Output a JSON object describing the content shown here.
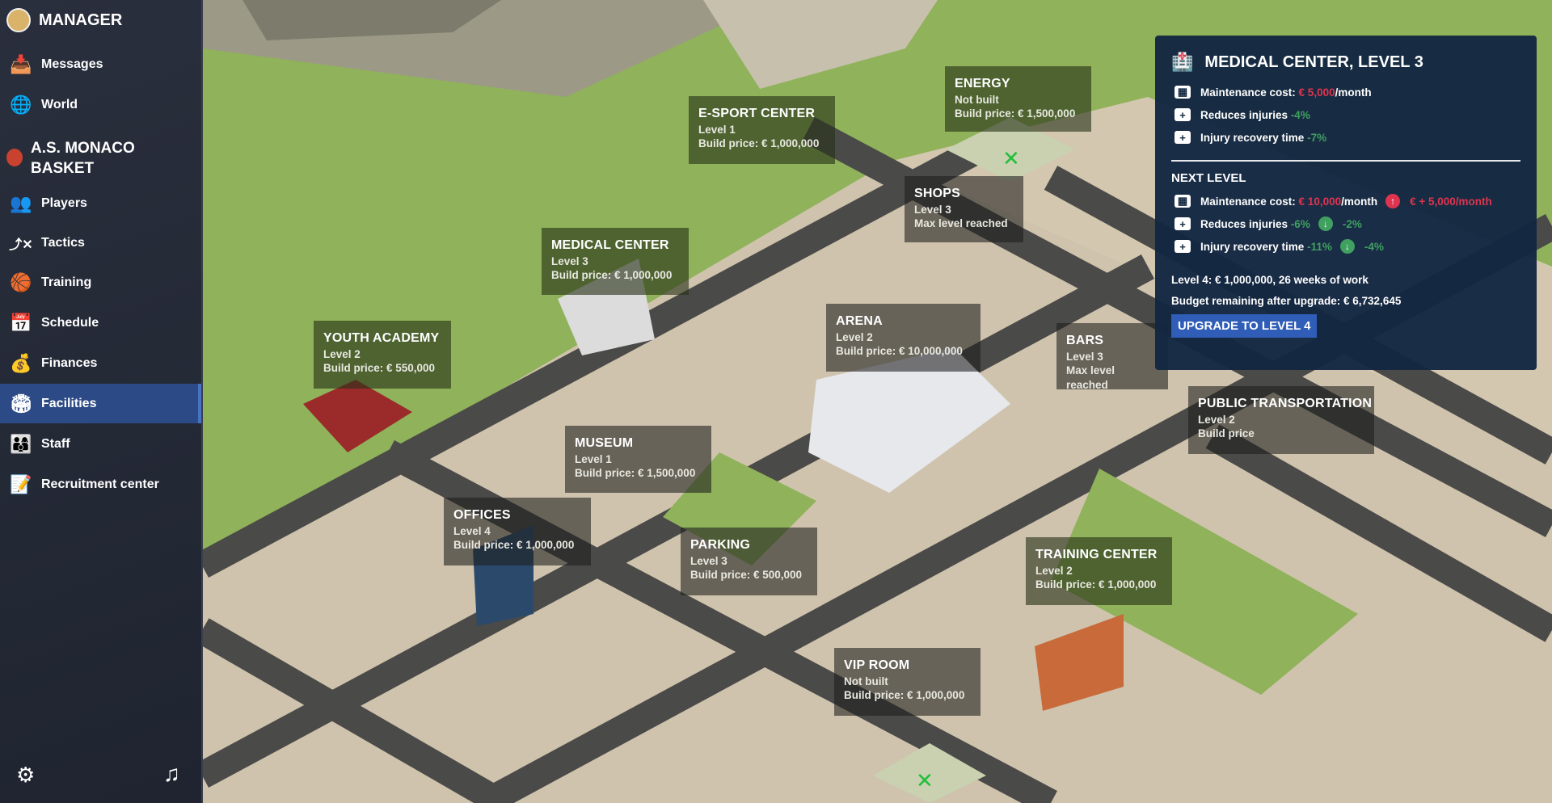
{
  "sidebar": {
    "manager_label": "MANAGER",
    "club_name": "A.S. MONACO BASKET",
    "items": [
      {
        "label": "Messages",
        "icon": "inbox-icon"
      },
      {
        "label": "World",
        "icon": "globe-icon"
      },
      {
        "label": "Players",
        "icon": "players-icon"
      },
      {
        "label": "Tactics",
        "icon": "tactics-icon"
      },
      {
        "label": "Training",
        "icon": "training-icon"
      },
      {
        "label": "Schedule",
        "icon": "calendar-icon"
      },
      {
        "label": "Finances",
        "icon": "money-bag-icon"
      },
      {
        "label": "Facilities",
        "icon": "stadium-icon"
      },
      {
        "label": "Staff",
        "icon": "staff-icon"
      },
      {
        "label": "Recruitment center",
        "icon": "recruitment-icon"
      }
    ],
    "active": "Facilities"
  },
  "facilities": [
    {
      "name": "ENERGY",
      "status": "Not built",
      "price": "Build price: € 1,500,000"
    },
    {
      "name": "E-SPORT CENTER",
      "status": "Level 1",
      "price": "Build price: € 1,000,000"
    },
    {
      "name": "SHOPS",
      "status": "Level 3",
      "price": "Max level reached"
    },
    {
      "name": "MEDICAL CENTER",
      "status": "Level 3",
      "price": "Build price: € 1,000,000"
    },
    {
      "name": "ARENA",
      "status": "Level 2",
      "price": "Build price: € 10,000,000"
    },
    {
      "name": "YOUTH ACADEMY",
      "status": "Level 2",
      "price": "Build price: € 550,000"
    },
    {
      "name": "BARS",
      "status": "Level 3",
      "price": "Max level reached"
    },
    {
      "name": "MUSEUM",
      "status": "Level 1",
      "price": "Build price: € 1,500,000"
    },
    {
      "name": "OFFICES",
      "status": "Level 4",
      "price": "Build price: € 1,000,000"
    },
    {
      "name": "PARKING",
      "status": "Level 3",
      "price": "Build price: € 500,000"
    },
    {
      "name": "TRAINING CENTER",
      "status": "Level 2",
      "price": "Build price: € 1,000,000"
    },
    {
      "name": "VIP ROOM",
      "status": "Not built",
      "price": "Build price: € 1,000,000"
    },
    {
      "name": "PUBLIC TRANSPORTATION",
      "status": "Level 2",
      "price": "Build price"
    }
  ],
  "panel": {
    "title": "MEDICAL CENTER, LEVEL 3",
    "current": {
      "maint_label": "Maintenance cost: ",
      "maint_value": "€ 5,000",
      "maint_unit": "/month",
      "inj_label": "Reduces injuries ",
      "inj_value": "-4%",
      "rec_label": "Injury recovery time ",
      "rec_value": "-7%"
    },
    "next_heading": "NEXT LEVEL",
    "next": {
      "maint_label": "Maintenance cost: ",
      "maint_value": "€ 10,000",
      "maint_unit": "/month",
      "maint_delta": "€ + 5,000/month",
      "inj_label": "Reduces injuries ",
      "inj_value": "-6%",
      "inj_delta": "-2%",
      "rec_label": "Injury recovery time ",
      "rec_value": "-11%",
      "rec_delta": "-4%"
    },
    "cost_line": "Level 4: € 1,000,000, 26 weeks of work",
    "budget_line": "Budget remaining after upgrade: € 6,732,645",
    "upgrade_button": "UPGRADE TO LEVEL 4"
  },
  "colors": {
    "negative": "#e0334f",
    "positive": "#3fa060",
    "accent": "#2f5db8"
  }
}
